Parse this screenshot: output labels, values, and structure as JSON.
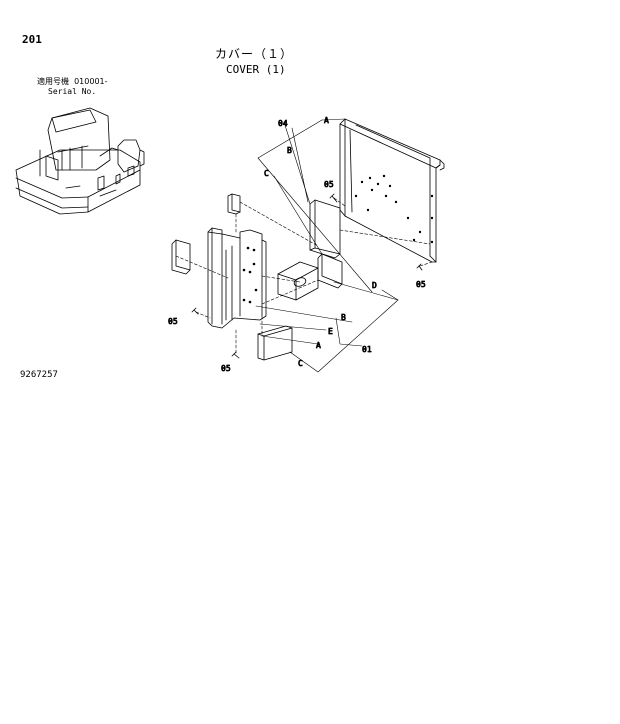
{
  "page_number": "201",
  "title": {
    "jp": "カバー（１）",
    "en": "COVER (1)"
  },
  "serial": {
    "jp_label": "適用号機",
    "value": "010001-",
    "en_label": "Serial No."
  },
  "doc_number": "9267257",
  "callouts": {
    "p04": "04",
    "p05_top": "05",
    "p05_right": "05",
    "p05_left": "05",
    "p05_bottom": "05",
    "p01": "01",
    "ref_a_top": "A",
    "ref_a_bottom": "A",
    "ref_b_top": "B",
    "ref_b_bottom": "B",
    "ref_c_top": "C",
    "ref_c_bottom": "C",
    "ref_d": "D",
    "ref_e": "E"
  }
}
